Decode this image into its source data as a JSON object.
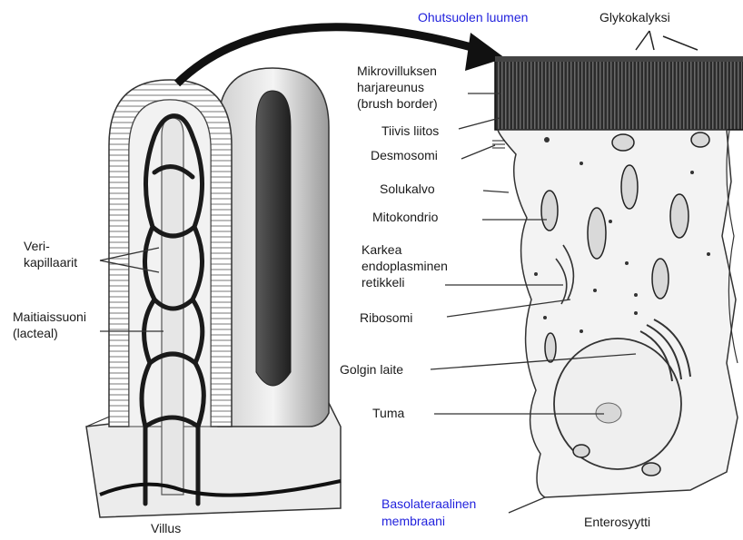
{
  "colors": {
    "ink": "#1a1a1a",
    "accent": "#2222dd",
    "dark": "#2b2b2b",
    "shade": "#8a8a8a"
  },
  "labels": {
    "lumen": "Ohutsuolen luumen",
    "glycocalyx": "Glykokalyksi",
    "microvilli": [
      "Mikrovilluksen",
      "harjareunus",
      "(brush border)"
    ],
    "tight_junction": "Tiivis liitos",
    "desmosome": "Desmosomi",
    "cell_membrane": "Solukalvo",
    "mitochondrion": "Mitokondrio",
    "rough_er": [
      "Karkea",
      "endoplasminen",
      "retikkeli"
    ],
    "ribosome": "Ribosomi",
    "golgi": "Golgin laite",
    "nucleus": "Tuma",
    "basolateral": [
      "Basolateraalinen",
      "membraani"
    ],
    "enterocyte": "Enterosyytti",
    "capillaries": [
      "Veri-",
      "kapillaarit"
    ],
    "lacteal": [
      "Maitiaissuoni",
      "(lacteal)"
    ],
    "villus": "Villus"
  }
}
